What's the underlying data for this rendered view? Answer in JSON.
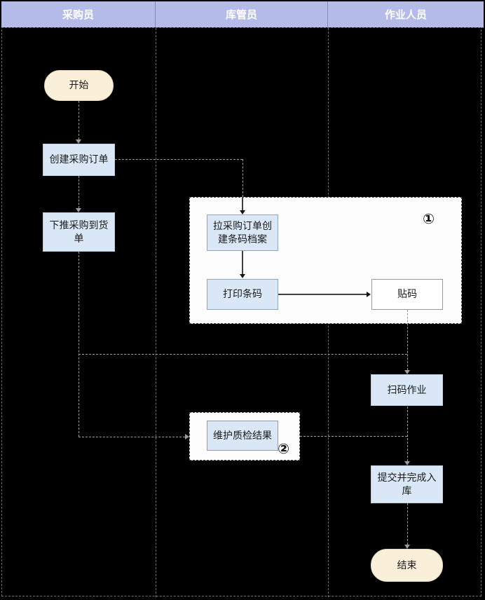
{
  "lanes": [
    {
      "label": "采购员"
    },
    {
      "label": "库管员"
    },
    {
      "label": "作业人员"
    }
  ],
  "nodes": {
    "start": {
      "label": "开始",
      "type": "terminal"
    },
    "create_po": {
      "label": "创建采购订单",
      "type": "process"
    },
    "push_receipt": {
      "label": "下推采购到货单",
      "type": "process"
    },
    "pull_po_barcode": {
      "label": "拉采购订单创建条码档案",
      "type": "process"
    },
    "print_barcode": {
      "label": "打印条码",
      "type": "process"
    },
    "stick_code": {
      "label": "贴码",
      "type": "manual"
    },
    "scan_job": {
      "label": "扫码作业",
      "type": "process"
    },
    "maintain_qc": {
      "label": "维护质检结果",
      "type": "process"
    },
    "submit_inbound": {
      "label": "提交并完成入库",
      "type": "process"
    },
    "end": {
      "label": "结束",
      "type": "terminal"
    }
  },
  "annotations": {
    "group1_badge": "①",
    "group2_badge": "②"
  },
  "colors": {
    "canvas_bg": "#000000",
    "lane_header_bg": "#b5bbe8",
    "lane_header_text": "#ffffff",
    "process_fill": "#d9e7f7",
    "process_border": "#b9cfe6",
    "inner_process_border": "#8fa8c2",
    "terminal_fill": "#faf0da",
    "terminal_border": "#e6d9b8",
    "white_node_fill": "#ffffff",
    "white_node_border": "#9a9a9a",
    "group_fill": "#fdfdfd",
    "group_border": "#4a4a4a",
    "connector": "#9c9c9c",
    "solid_arrow": "#3f3f3f",
    "text": "#1b1b1b"
  }
}
